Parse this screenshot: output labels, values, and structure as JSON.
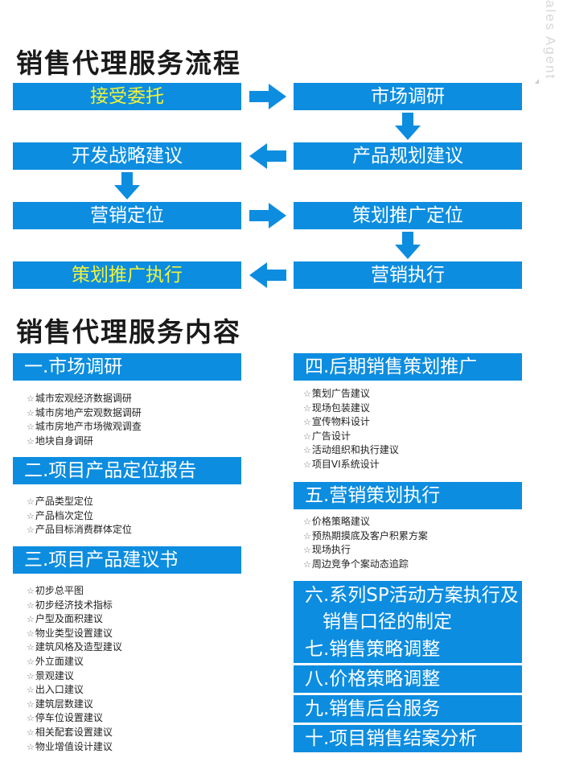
{
  "corner": {
    "text": "ales Agent"
  },
  "flow": {
    "title": "销售代理服务流程",
    "steps": [
      "接受委托",
      "市场调研",
      "开发战略建议",
      "产品规划建议",
      "营销定位",
      "策划推广定位",
      "策划推广执行",
      "营销执行"
    ],
    "highlight_color": "#f1f23a"
  },
  "content": {
    "title": "销售代理服务内容",
    "sections": [
      {
        "title": "一.市场调研",
        "items": [
          "城市宏观经济数据调研",
          "城市房地产宏观数据调研",
          "城市房地产市场微观调查",
          "地块自身调研"
        ]
      },
      {
        "title": "二.项目产品定位报告",
        "items": [
          "产品类型定位",
          "产品档次定位",
          "产品目标消费群体定位"
        ]
      },
      {
        "title": "三.项目产品建议书",
        "items": [
          "初步总平图",
          "初步经济技术指标",
          "户型及面积建议",
          "物业类型设置建议",
          "建筑风格及造型建议",
          "外立面建议",
          "景观建议",
          "出入口建议",
          "建筑层数建议",
          "停车位设置建议",
          "相关配套设置建议",
          "物业增值设计建议"
        ]
      },
      {
        "title": "四.后期销售策划推广",
        "items": [
          "策划广告建议",
          "现场包装建议",
          "宣传物料设计",
          "广告设计",
          "活动组织和执行建议",
          "项目VI系统设计"
        ]
      },
      {
        "title": "五.营销策划执行",
        "items": [
          "价格策略建议",
          "预热期摸底及客户积累方案",
          "现场执行",
          "周边竞争个案动态追踪"
        ]
      },
      {
        "title_line1": "六.系列SP活动方案执行及",
        "title_line2": "销售口径的制定"
      },
      {
        "title": "七.销售策略调整"
      },
      {
        "title": "八.价格策略调整"
      },
      {
        "title": "九.销售后台服务"
      },
      {
        "title": "十.项目销售结案分析"
      }
    ]
  },
  "colors": {
    "box_blue": "#0c8de0",
    "highlight": "#f1f23a"
  },
  "bullet": "☆"
}
